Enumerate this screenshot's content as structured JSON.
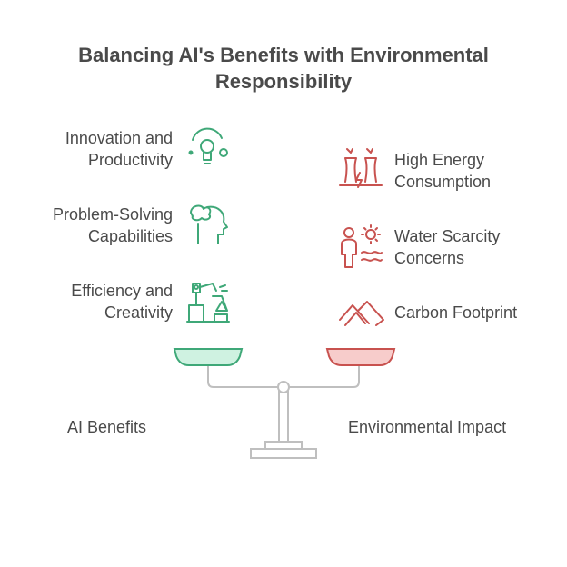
{
  "title": {
    "line1": "Balancing AI's Benefits with Environmental",
    "line2": "Responsibility"
  },
  "benefits": {
    "heading": "AI Benefits",
    "items": [
      {
        "line1": "Innovation and",
        "line2": "Productivity",
        "icon": "lightbulb-icon"
      },
      {
        "line1": "Problem-Solving",
        "line2": "Capabilities",
        "icon": "brain-head-icon"
      },
      {
        "line1": "Efficiency and",
        "line2": "Creativity",
        "icon": "robot-arm-icon"
      }
    ]
  },
  "impact": {
    "heading": "Environmental Impact",
    "items": [
      {
        "line1": "High Energy",
        "line2": "Consumption",
        "icon": "power-plant-icon"
      },
      {
        "line1": "Water Scarcity",
        "line2": "Concerns",
        "icon": "drought-icon"
      },
      {
        "line1": "Carbon Footprint",
        "line2": "",
        "icon": "footprint-icon"
      }
    ]
  },
  "colors": {
    "text": "#4a4a4a",
    "green": "#3fa878",
    "green_fill": "#cff2e1",
    "red": "#c8524f",
    "red_fill": "#f7cccb",
    "gray": "#bfbfbf"
  }
}
